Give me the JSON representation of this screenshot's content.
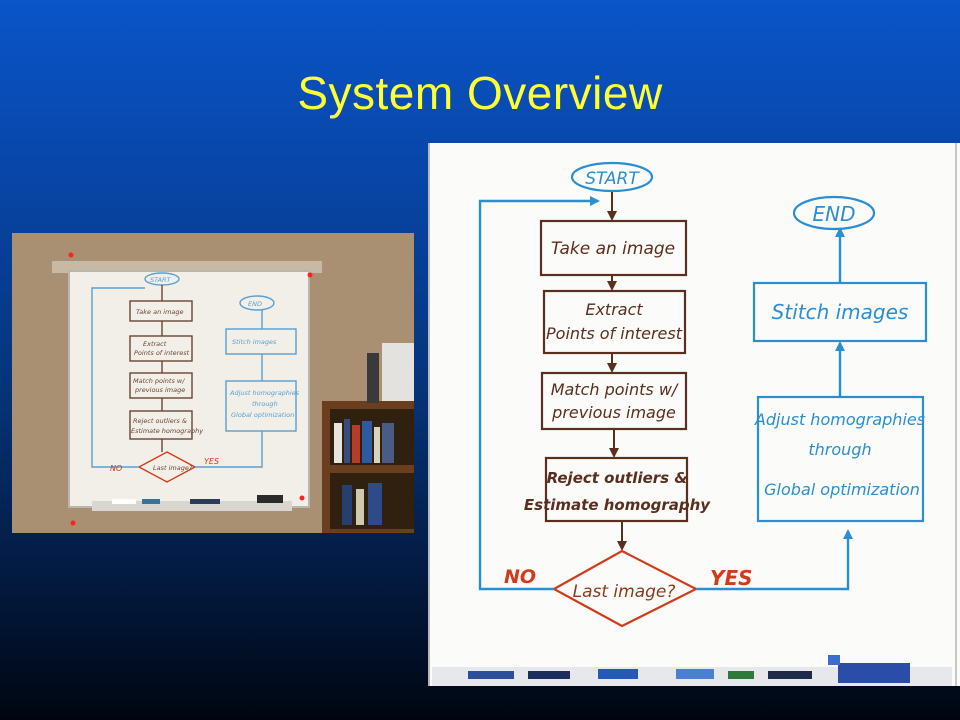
{
  "slide": {
    "title": "System Overview"
  },
  "flowchart": {
    "start": "START",
    "end": "END",
    "steps": {
      "take_image": [
        "Take an image"
      ],
      "extract": [
        "Extract",
        "Points of interest"
      ],
      "match": [
        "Match points w/",
        "previous image"
      ],
      "reject": [
        "Reject outliers &",
        "Estimate homography"
      ],
      "adjust": [
        "Adjust homographies",
        "through",
        "Global optimization"
      ],
      "stitch": [
        "Stitch images"
      ]
    },
    "decision": "Last image?",
    "no_label": "NO",
    "yes_label": "YES"
  },
  "colors": {
    "background_top": "#0a55c8",
    "title": "#ffff33",
    "ink_brown": "#5a2f1e",
    "ink_blue": "#2a8fd0",
    "ink_red": "#d23a1c",
    "pin_red": "#ff2020"
  }
}
